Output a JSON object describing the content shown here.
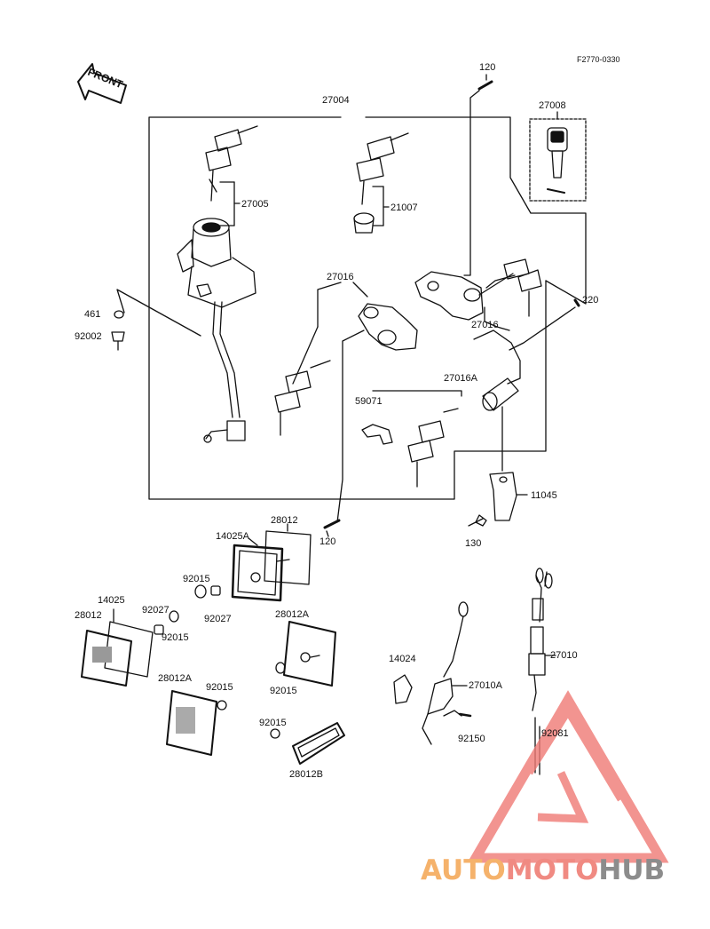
{
  "drawing_code": "F2770-0330",
  "front_label": "FRONT",
  "parts": {
    "p120_top": "120",
    "p27004": "27004",
    "p27008": "27008",
    "p27005": "27005",
    "p21007": "21007",
    "p461": "461",
    "p92002": "92002",
    "p27016_top": "27016",
    "p27016_right": "27016",
    "p220": "220",
    "p27016A": "27016A",
    "p59071": "59071",
    "p11045": "11045",
    "p130": "130",
    "p28012_a": "28012",
    "p14025A": "14025A",
    "p120_mid": "120",
    "p92015_a": "92015",
    "p92027_a": "92027",
    "p14025": "14025",
    "p28012_b": "28012",
    "p92027_b": "92027",
    "p92015_b": "92015",
    "p28012A_a": "28012A",
    "p28012A_b": "28012A",
    "p92015_c": "92015",
    "p92015_d": "92015",
    "p92015_e": "92015",
    "p28012B": "28012B",
    "p14024": "14024",
    "p27010A": "27010A",
    "p92150": "92150",
    "p27010": "27010",
    "p92081": "92081"
  },
  "watermark": {
    "part1": "AUTO",
    "part2": "MOTO",
    "part3": "HUB",
    "color1": "#f5b26b",
    "color2": "#f08a82",
    "color3": "#8c8c8c"
  },
  "colors": {
    "ink": "#111111",
    "triangle": "#f07a75"
  }
}
